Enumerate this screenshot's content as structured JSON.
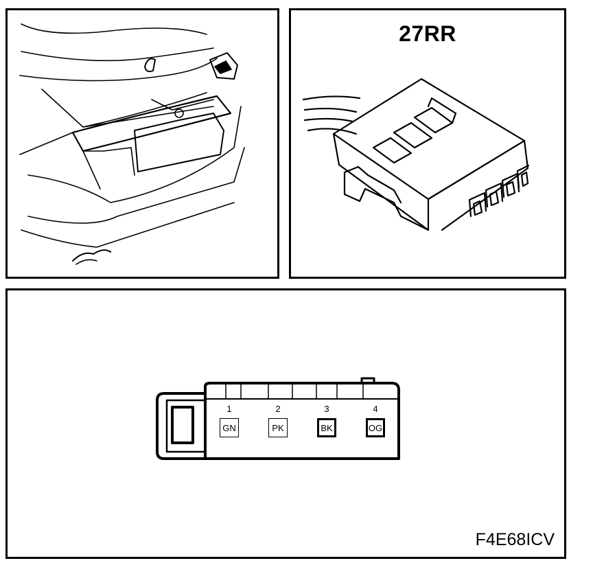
{
  "connector": {
    "title": "27RR",
    "pins": [
      {
        "number": "1",
        "color": "GN"
      },
      {
        "number": "2",
        "color": "PK"
      },
      {
        "number": "3",
        "color": "BK"
      },
      {
        "number": "4",
        "color": "OG"
      }
    ]
  },
  "figure_code": "F4E68ICV"
}
